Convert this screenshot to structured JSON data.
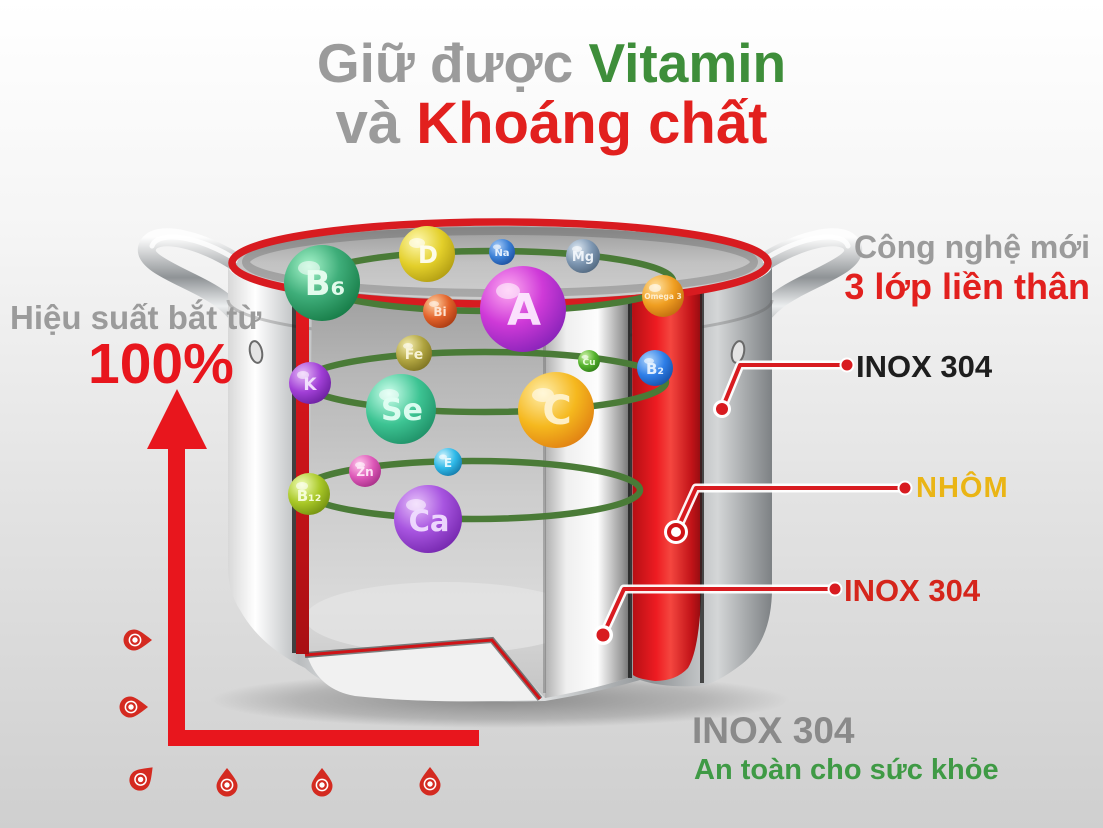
{
  "colors": {
    "brand_red": "#e2201e",
    "title_green": "#3e8e3a",
    "caption_gray": "#9b9b9b",
    "orbit_green": "#4a7b37",
    "nhom_yellow": "#eab515",
    "inox_red_label": "#d5251b",
    "inox_black_label": "#1e1e1e",
    "footer_gray": "#8a8a8a",
    "tagline_green": "#3f9a45",
    "aluminum_layer_red": "#ee1c22"
  },
  "title": {
    "line1_gray": "Giữ được",
    "line1_green": "Vitamin",
    "line2_gray": "và",
    "line2_red": "Khoáng chất"
  },
  "performance": {
    "caption": "Hiệu suất bắt từ",
    "value": "100%"
  },
  "technology": {
    "caption": "Công nghệ mới",
    "highlight": "3 lớp liền thân"
  },
  "layer_callouts": {
    "outer_layer": "INOX 304",
    "middle_layer": "NHÔM",
    "inner_layer": "INOX 304"
  },
  "footer": {
    "material": "INOX 304",
    "tagline": "An toàn cho sức khỏe"
  },
  "spheres": [
    {
      "label": "B₆"
    },
    {
      "label": "D"
    },
    {
      "label": "Na"
    },
    {
      "label": "Mg"
    },
    {
      "label": "Bi"
    },
    {
      "label": "A"
    },
    {
      "label": "Omega 3"
    },
    {
      "label": "Fe"
    },
    {
      "label": "K"
    },
    {
      "label": "Cu"
    },
    {
      "label": "B₂"
    },
    {
      "label": "Se"
    },
    {
      "label": "C"
    },
    {
      "label": "Zn"
    },
    {
      "label": "E"
    },
    {
      "label": "B₁₂"
    },
    {
      "label": "Ca"
    }
  ]
}
